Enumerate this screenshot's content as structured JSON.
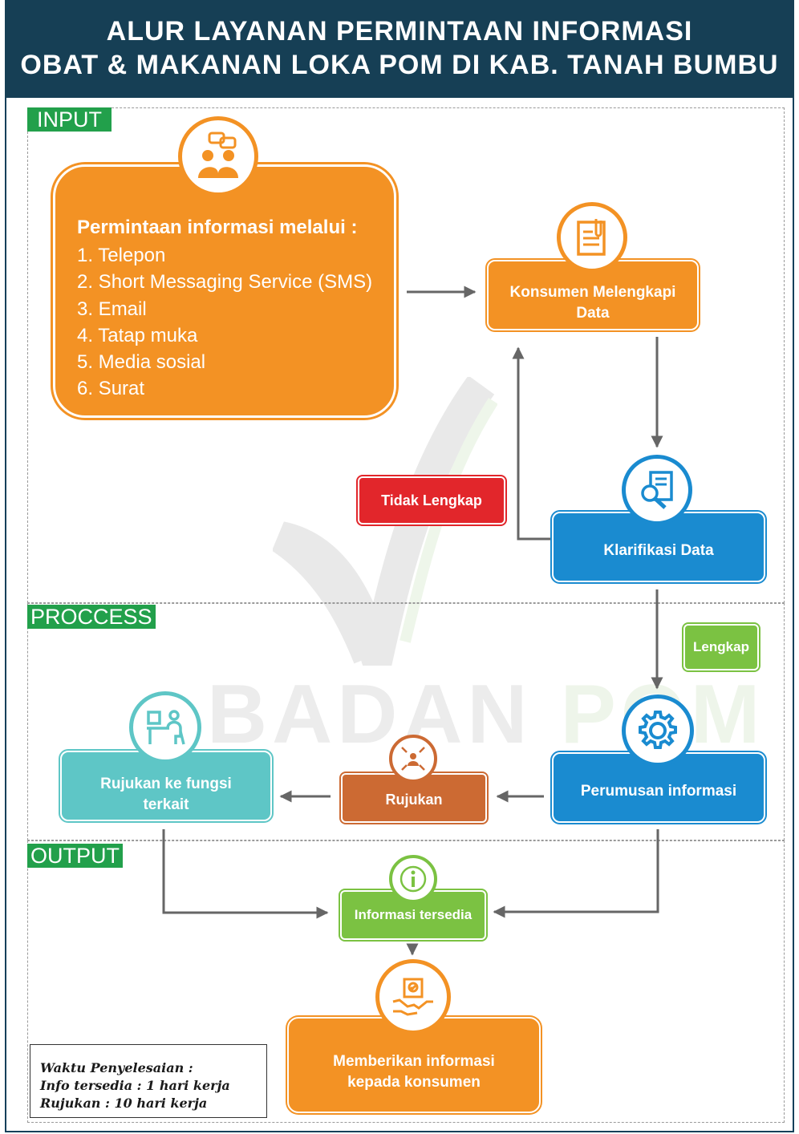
{
  "header": {
    "line1": "ALUR LAYANAN PERMINTAAN INFORMASI",
    "line2": "OBAT & MAKANAN LOKA POM DI KAB. TANAH BUMBU"
  },
  "sections": {
    "input": "INPUT",
    "process": "PROCCESS",
    "output": "OUTPUT"
  },
  "input_box": {
    "title": "Permintaan informasi melalui :",
    "items": [
      "1. Telepon",
      "2. Short Messaging Service (SMS)",
      "3. Email",
      "4. Tatap muka",
      "5. Media sosial",
      "6. Surat"
    ]
  },
  "nodes": {
    "konsumen": {
      "line1": "Konsumen Melengkapi",
      "line2": "Data"
    },
    "klarifikasi": "Klarifikasi Data",
    "tidak_lengkap": "Tidak Lengkap",
    "lengkap": "Lengkap",
    "perumusan": "Perumusan informasi",
    "rujukan": "Rujukan",
    "rujukan_fungsi": {
      "line1": "Rujukan ke fungsi",
      "line2": "terkait"
    },
    "informasi_tersedia": "Informasi tersedia",
    "memberikan": {
      "line1": "Memberikan informasi",
      "line2": "kepada konsumen"
    }
  },
  "note": {
    "title": "Waktu Penyelesaian :",
    "line1": "Info tersedia : 1 hari kerja",
    "line2": "Rujukan : 10 hari kerja"
  },
  "watermark": {
    "part1": "BADAN",
    "part2": "POM"
  },
  "colors": {
    "header": "#163f55",
    "section_label": "#22a04b",
    "orange": "#f39224",
    "blue": "#1a8bd0",
    "teal": "#5ec6c6",
    "brown": "#cc6a33",
    "green": "#7bc242",
    "red": "#e2262b"
  },
  "icons": {
    "input": "people-chat-icon",
    "konsumen": "document-clip-icon",
    "klarifikasi": "document-magnifier-icon",
    "perumusan": "gear-icon",
    "rujukan": "person-arrows-icon",
    "rujukan_fungsi": "person-desk-icon",
    "informasi": "info-icon",
    "memberikan": "handshake-certificate-icon"
  }
}
